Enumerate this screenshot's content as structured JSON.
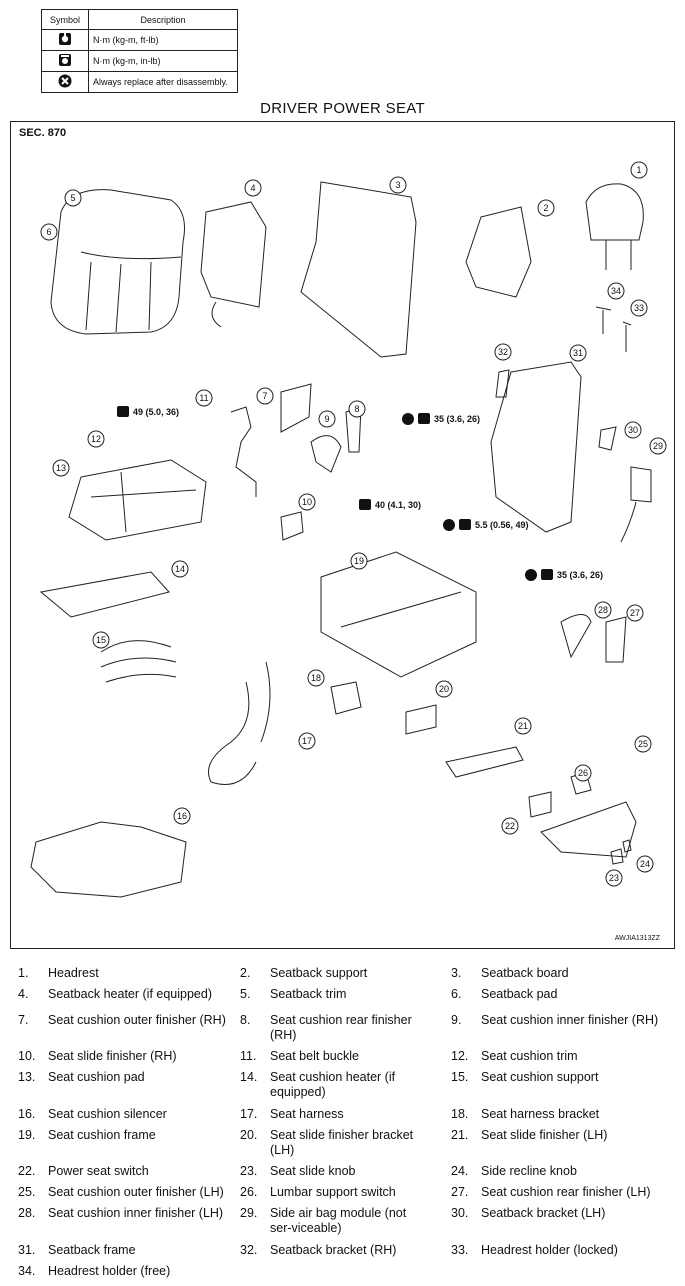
{
  "legend": {
    "headers": [
      "Symbol",
      "Description"
    ],
    "rows": [
      {
        "icon": "torque-wrench-icon",
        "text": "N·m (kg-m, ft-lb)"
      },
      {
        "icon": "torque-wrench-small-icon",
        "text": "N·m (kg-m, in-lb)"
      },
      {
        "icon": "replace-x-icon",
        "text": "Always replace after disassembly."
      }
    ]
  },
  "title": "DRIVER POWER SEAT",
  "diagram": {
    "section": "SEC. 870",
    "figure_id": "AWJIA1313ZZ",
    "callouts": [
      "1",
      "2",
      "3",
      "4",
      "5",
      "6",
      "7",
      "8",
      "9",
      "10",
      "11",
      "12",
      "13",
      "14",
      "15",
      "16",
      "17",
      "18",
      "19",
      "20",
      "21",
      "22",
      "23",
      "24",
      "25",
      "26",
      "27",
      "28",
      "29",
      "30",
      "31",
      "32",
      "33",
      "34"
    ],
    "torques": [
      "49 (5.0, 36)",
      "40 (4.1, 30)",
      "35 (3.6, 26)",
      "5.5 (0.56, 49)",
      "35 (3.6, 26)"
    ]
  },
  "parts": [
    {
      "n": "1.",
      "t": "Headrest"
    },
    {
      "n": "2.",
      "t": "Seatback support"
    },
    {
      "n": "3.",
      "t": "Seatback board"
    },
    {
      "n": "4.",
      "t": "Seatback heater (if equipped)"
    },
    {
      "n": "5.",
      "t": "Seatback trim"
    },
    {
      "n": "6.",
      "t": "Seatback pad"
    },
    {
      "n": "7.",
      "t": "Seat cushion outer finisher (RH)"
    },
    {
      "n": "8.",
      "t": "Seat cushion rear finisher (RH)"
    },
    {
      "n": "9.",
      "t": "Seat cushion inner finisher (RH)"
    },
    {
      "n": "10.",
      "t": "Seat slide finisher (RH)"
    },
    {
      "n": "11.",
      "t": "Seat belt buckle"
    },
    {
      "n": "12.",
      "t": "Seat cushion trim"
    },
    {
      "n": "13.",
      "t": "Seat cushion pad"
    },
    {
      "n": "14.",
      "t": "Seat cushion heater (if equipped)"
    },
    {
      "n": "15.",
      "t": "Seat cushion support"
    },
    {
      "n": "16.",
      "t": "Seat cushion silencer"
    },
    {
      "n": "17.",
      "t": "Seat harness"
    },
    {
      "n": "18.",
      "t": "Seat harness bracket"
    },
    {
      "n": "19.",
      "t": "Seat cushion frame"
    },
    {
      "n": "20.",
      "t": "Seat slide finisher bracket (LH)"
    },
    {
      "n": "21.",
      "t": "Seat slide finisher (LH)"
    },
    {
      "n": "22.",
      "t": "Power seat switch"
    },
    {
      "n": "23.",
      "t": "Seat slide knob"
    },
    {
      "n": "24.",
      "t": "Side recline knob"
    },
    {
      "n": "25.",
      "t": "Seat cushion outer finisher (LH)"
    },
    {
      "n": "26.",
      "t": "Lumbar support switch"
    },
    {
      "n": "27.",
      "t": "Seat cushion rear finisher (LH)"
    },
    {
      "n": "28.",
      "t": "Seat cushion inner finisher (LH)"
    },
    {
      "n": "29.",
      "t": "Side air bag module (not ser-viceable)"
    },
    {
      "n": "30.",
      "t": "Seatback bracket (LH)"
    },
    {
      "n": "31.",
      "t": "Seatback frame"
    },
    {
      "n": "32.",
      "t": "Seatback bracket (RH)"
    },
    {
      "n": "33.",
      "t": "Headrest holder (locked)"
    },
    {
      "n": "34.",
      "t": "Headrest holder (free)"
    }
  ]
}
